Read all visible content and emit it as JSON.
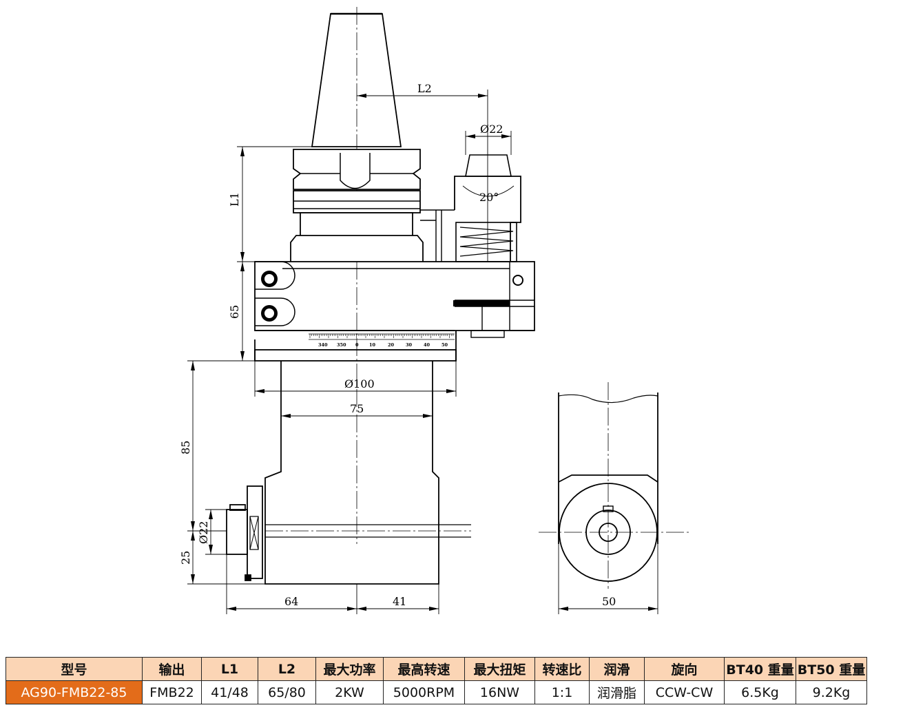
{
  "drawing": {
    "dimensions": {
      "l2": "L2",
      "d22_top": "Ø22",
      "angle": "20°",
      "l1": "L1",
      "h65": "65",
      "d100": "Ø100",
      "w75": "75",
      "h85": "85",
      "d22_side": "Ø22",
      "h25": "25",
      "w64": "64",
      "w41": "41",
      "w50": "50"
    },
    "scale_labels": [
      "340",
      "350",
      "0",
      "10",
      "20",
      "30",
      "40",
      "50"
    ]
  },
  "table": {
    "headers": [
      "型号",
      "输出",
      "L1",
      "L2",
      "最大功率",
      "最高转速",
      "最大扭矩",
      "转速比",
      "润滑",
      "旋向",
      "BT40 重量",
      "BT50 重量"
    ],
    "rows": [
      [
        "AG90-FMB22-85",
        "FMB22",
        "41/48",
        "65/80",
        "2KW",
        "5000RPM",
        "16NW",
        "1:1",
        "润滑脂",
        "CCW-CW",
        "6.5Kg",
        "9.2Kg"
      ]
    ]
  },
  "colors": {
    "header_bg": "#fbd5b5",
    "model_bg": "#e36c1a",
    "line": "#000000"
  }
}
